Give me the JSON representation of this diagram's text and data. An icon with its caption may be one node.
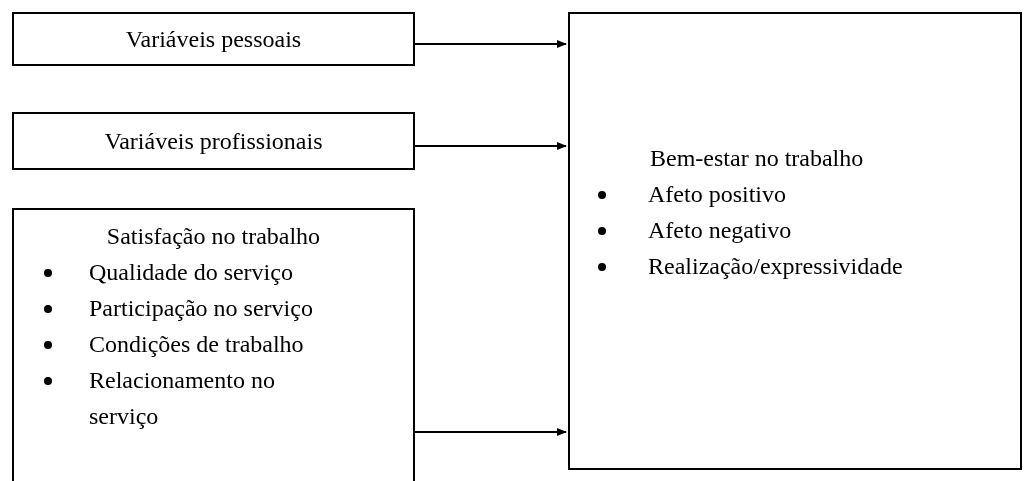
{
  "diagram": {
    "nodes": [
      {
        "text": [
          "Variáveis pessoais"
        ]
      },
      {
        "text": [
          "Variáveis profissionais"
        ]
      },
      {
        "text": [
          "Satisfação no trabalho",
          "Qualidade do serviço",
          "Participação no serviço",
          "Condições de trabalho",
          "Relacionamento no serviço"
        ]
      },
      {
        "text": [
          "Bem-estar no trabalho",
          "Afeto positivo",
          "Afeto negativo",
          "Realização/expressividade"
        ]
      }
    ],
    "edges": [
      {
        "from": 0,
        "to": 3,
        "arrow": "to"
      },
      {
        "from": 1,
        "to": 3,
        "arrow": "to"
      },
      {
        "from": 2,
        "to": 3,
        "arrow": "to"
      }
    ]
  }
}
